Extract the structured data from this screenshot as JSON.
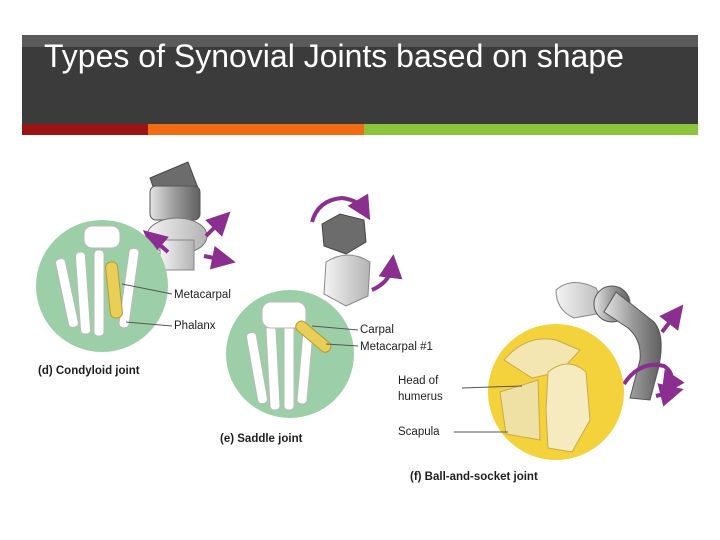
{
  "slide": {
    "title": "Types of Synovial Joints based on shape"
  },
  "figure": {
    "condyloid": {
      "caption": "(d) Condyloid joint",
      "labels": [
        "Metacarpal",
        "Phalanx"
      ]
    },
    "saddle": {
      "caption": "(e) Saddle joint",
      "labels": [
        "Carpal",
        "Metacarpal #1"
      ]
    },
    "ball_socket": {
      "caption": "(f) Ball-and-socket joint",
      "labels": [
        "Head of",
        "humerus",
        "Scapula"
      ]
    }
  },
  "colors": {
    "title_band": "#3b3b3b",
    "accent_red": "#9b1414",
    "accent_orange": "#f06b12",
    "accent_green": "#8cc43c",
    "arrow_purple": "#8a2f8f",
    "bone_yellow": "#e9cf58",
    "disc_green": "#9ccfa8",
    "disc_yellow": "#f3d23c"
  }
}
